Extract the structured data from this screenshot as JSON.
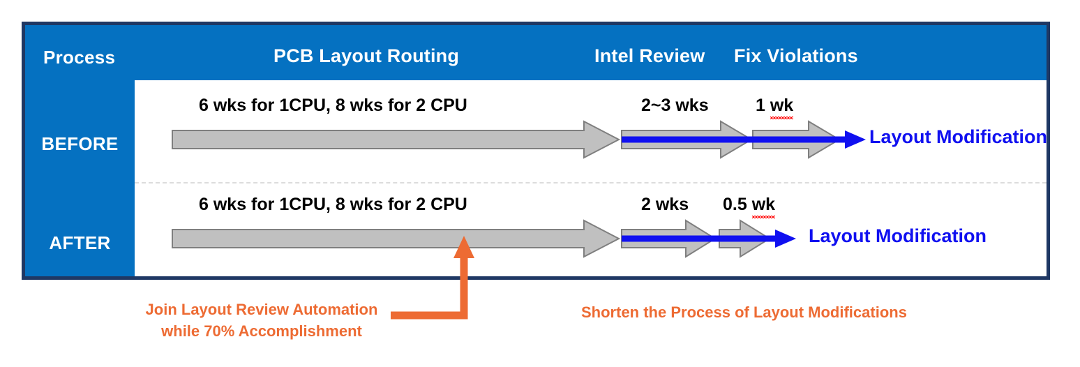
{
  "panel": {
    "process_label": "Process",
    "columns": [
      {
        "key": "routing",
        "label": "PCB Layout Routing"
      },
      {
        "key": "review",
        "label": "Intel Review"
      },
      {
        "key": "fix",
        "label": "Fix Violations"
      }
    ],
    "rows": [
      {
        "key": "before",
        "label": "BEFORE",
        "routing_caption": "6 wks for 1CPU, 8 wks for 2 CPU",
        "review_caption": "2~3 wks",
        "fix_caption_main": "1 ",
        "fix_caption_flagged": "wk",
        "outcome": "Layout Modification"
      },
      {
        "key": "after",
        "label": "AFTER",
        "routing_caption": "6 wks for 1CPU, 8 wks for 2 CPU",
        "review_caption": "2 wks",
        "fix_caption_main": "0.5 ",
        "fix_caption_flagged": "wk",
        "outcome": "Layout Modification"
      }
    ]
  },
  "annotations": {
    "left_line1": "Join Layout Review Automation",
    "left_line2": "while 70% Accomplishment",
    "right": "Shorten the Process of Layout Modifications"
  },
  "colors": {
    "frame_border": "#1F3864",
    "panel_blue": "#0571C1",
    "arrow_gray_fill": "#C0C0C0",
    "arrow_gray_stroke": "#7F7F7F",
    "flow_blue": "#1010F0",
    "accent_orange": "#ED6B33",
    "divider_gray": "#DCDCDC",
    "white": "#FFFFFF",
    "text_black": "#000000"
  }
}
